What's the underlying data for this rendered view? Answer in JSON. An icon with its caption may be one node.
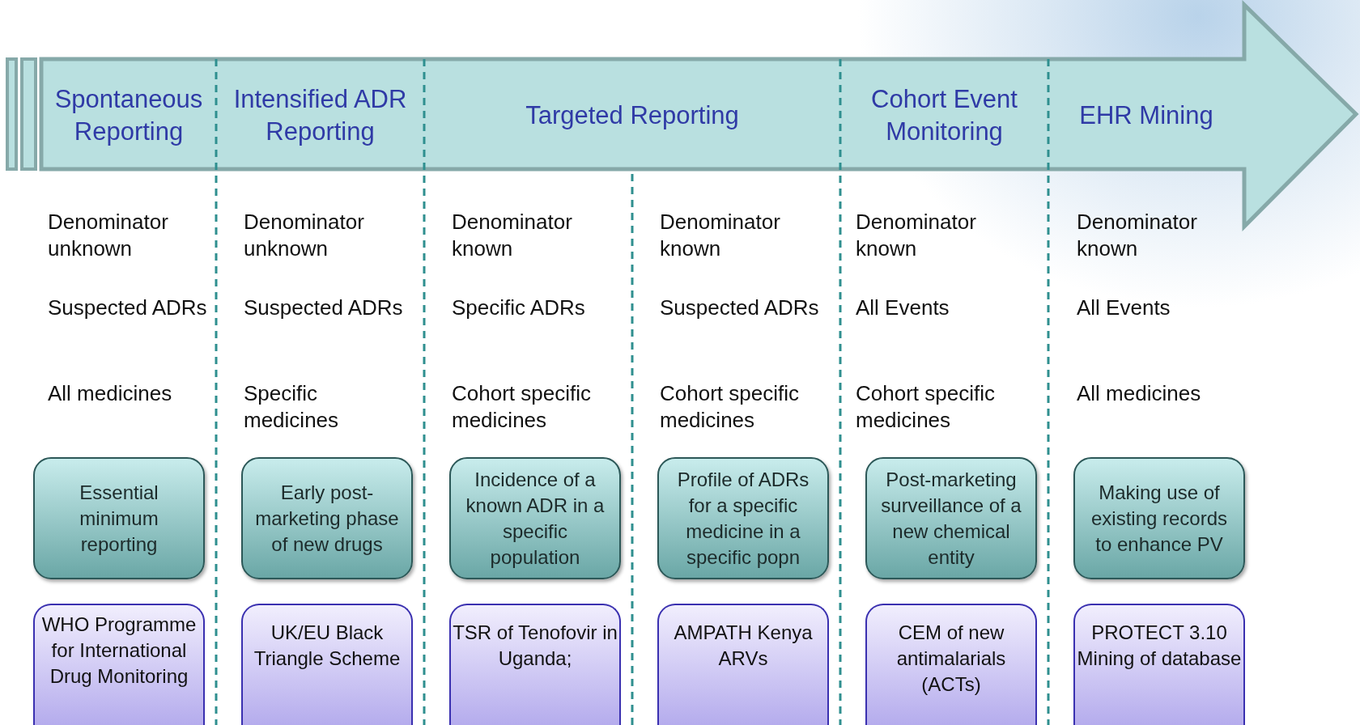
{
  "diagram": {
    "nodes": [
      {
        "text": [
          "Spontaneous Reporting"
        ]
      },
      {
        "text": [
          "Intensified ADR Reporting"
        ]
      },
      {
        "text": [
          "Targeted Reporting"
        ]
      },
      {
        "text": [
          "Cohort Event Monitoring"
        ]
      },
      {
        "text": [
          "EHR Mining"
        ]
      },
      {
        "text": [
          "Essential minimum reporting"
        ]
      },
      {
        "text": [
          "Early post-marketing phase of new drugs"
        ]
      },
      {
        "text": [
          "Incidence of a known ADR in a specific population"
        ]
      },
      {
        "text": [
          "Profile of ADRs for a specific medicine in a specific popn"
        ]
      },
      {
        "text": [
          "Post-marketing surveillance of a new chemical entity"
        ]
      },
      {
        "text": [
          "Making use of existing records to enhance PV"
        ]
      },
      {
        "text": [
          "WHO Programme for International Drug Monitoring"
        ]
      },
      {
        "text": [
          "UK/EU Black Triangle Scheme"
        ]
      },
      {
        "text": [
          "TSR of Tenofovir in Uganda;"
        ]
      },
      {
        "text": [
          "AMPATH Kenya ARVs"
        ]
      },
      {
        "text": [
          "CEM of new antimalarials (ACTs)"
        ]
      },
      {
        "text": [
          "PROTECT 3.10 Mining of database"
        ]
      }
    ],
    "edges": [],
    "labels": [
      "Denominator unknown",
      "Denominator unknown",
      "Denominator known",
      "Denominator known",
      "Denominator known",
      "Denominator known",
      "Suspected ADRs",
      "Suspected ADRs",
      "Specific ADRs",
      "Suspected ADRs",
      "All Events",
      "All Events",
      "All medicines",
      "Specific medicines",
      "Cohort specific medicines",
      "Cohort specific medicines",
      "Cohort specific medicines",
      "All medicines"
    ]
  }
}
